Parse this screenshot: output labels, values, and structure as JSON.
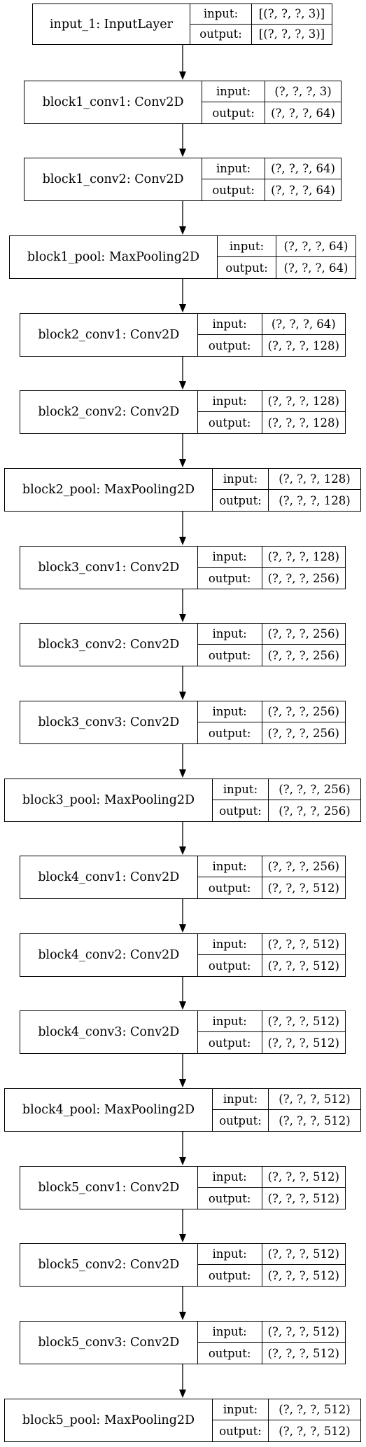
{
  "layers": [
    {
      "name": "input_1: InputLayer",
      "input_label": "input:",
      "input": "[(?, ?, ?, 3)]",
      "output_label": "output:",
      "output": "[(?, ?, ?, 3)]"
    },
    {
      "name": "block1_conv1: Conv2D",
      "input_label": "input:",
      "input": "(?, ?, ?, 3)",
      "output_label": "output:",
      "output": "(?, ?, ?, 64)"
    },
    {
      "name": "block1_conv2: Conv2D",
      "input_label": "input:",
      "input": "(?, ?, ?, 64)",
      "output_label": "output:",
      "output": "(?, ?, ?, 64)"
    },
    {
      "name": "block1_pool: MaxPooling2D",
      "input_label": "input:",
      "input": "(?, ?, ?, 64)",
      "output_label": "output:",
      "output": "(?, ?, ?, 64)"
    },
    {
      "name": "block2_conv1: Conv2D",
      "input_label": "input:",
      "input": "(?, ?, ?, 64)",
      "output_label": "output:",
      "output": "(?, ?, ?, 128)"
    },
    {
      "name": "block2_conv2: Conv2D",
      "input_label": "input:",
      "input": "(?, ?, ?, 128)",
      "output_label": "output:",
      "output": "(?, ?, ?, 128)"
    },
    {
      "name": "block2_pool: MaxPooling2D",
      "input_label": "input:",
      "input": "(?, ?, ?, 128)",
      "output_label": "output:",
      "output": "(?, ?, ?, 128)"
    },
    {
      "name": "block3_conv1: Conv2D",
      "input_label": "input:",
      "input": "(?, ?, ?, 128)",
      "output_label": "output:",
      "output": "(?, ?, ?, 256)"
    },
    {
      "name": "block3_conv2: Conv2D",
      "input_label": "input:",
      "input": "(?, ?, ?, 256)",
      "output_label": "output:",
      "output": "(?, ?, ?, 256)"
    },
    {
      "name": "block3_conv3: Conv2D",
      "input_label": "input:",
      "input": "(?, ?, ?, 256)",
      "output_label": "output:",
      "output": "(?, ?, ?, 256)"
    },
    {
      "name": "block3_pool: MaxPooling2D",
      "input_label": "input:",
      "input": "(?, ?, ?, 256)",
      "output_label": "output:",
      "output": "(?, ?, ?, 256)"
    },
    {
      "name": "block4_conv1: Conv2D",
      "input_label": "input:",
      "input": "(?, ?, ?, 256)",
      "output_label": "output:",
      "output": "(?, ?, ?, 512)"
    },
    {
      "name": "block4_conv2: Conv2D",
      "input_label": "input:",
      "input": "(?, ?, ?, 512)",
      "output_label": "output:",
      "output": "(?, ?, ?, 512)"
    },
    {
      "name": "block4_conv3: Conv2D",
      "input_label": "input:",
      "input": "(?, ?, ?, 512)",
      "output_label": "output:",
      "output": "(?, ?, ?, 512)"
    },
    {
      "name": "block4_pool: MaxPooling2D",
      "input_label": "input:",
      "input": "(?, ?, ?, 512)",
      "output_label": "output:",
      "output": "(?, ?, ?, 512)"
    },
    {
      "name": "block5_conv1: Conv2D",
      "input_label": "input:",
      "input": "(?, ?, ?, 512)",
      "output_label": "output:",
      "output": "(?, ?, ?, 512)"
    },
    {
      "name": "block5_conv2: Conv2D",
      "input_label": "input:",
      "input": "(?, ?, ?, 512)",
      "output_label": "output:",
      "output": "(?, ?, ?, 512)"
    },
    {
      "name": "block5_conv3: Conv2D",
      "input_label": "input:",
      "input": "(?, ?, ?, 512)",
      "output_label": "output:",
      "output": "(?, ?, ?, 512)"
    },
    {
      "name": "block5_pool: MaxPooling2D",
      "input_label": "input:",
      "input": "(?, ?, ?, 512)",
      "output_label": "output:",
      "output": "(?, ?, ?, 512)"
    }
  ]
}
